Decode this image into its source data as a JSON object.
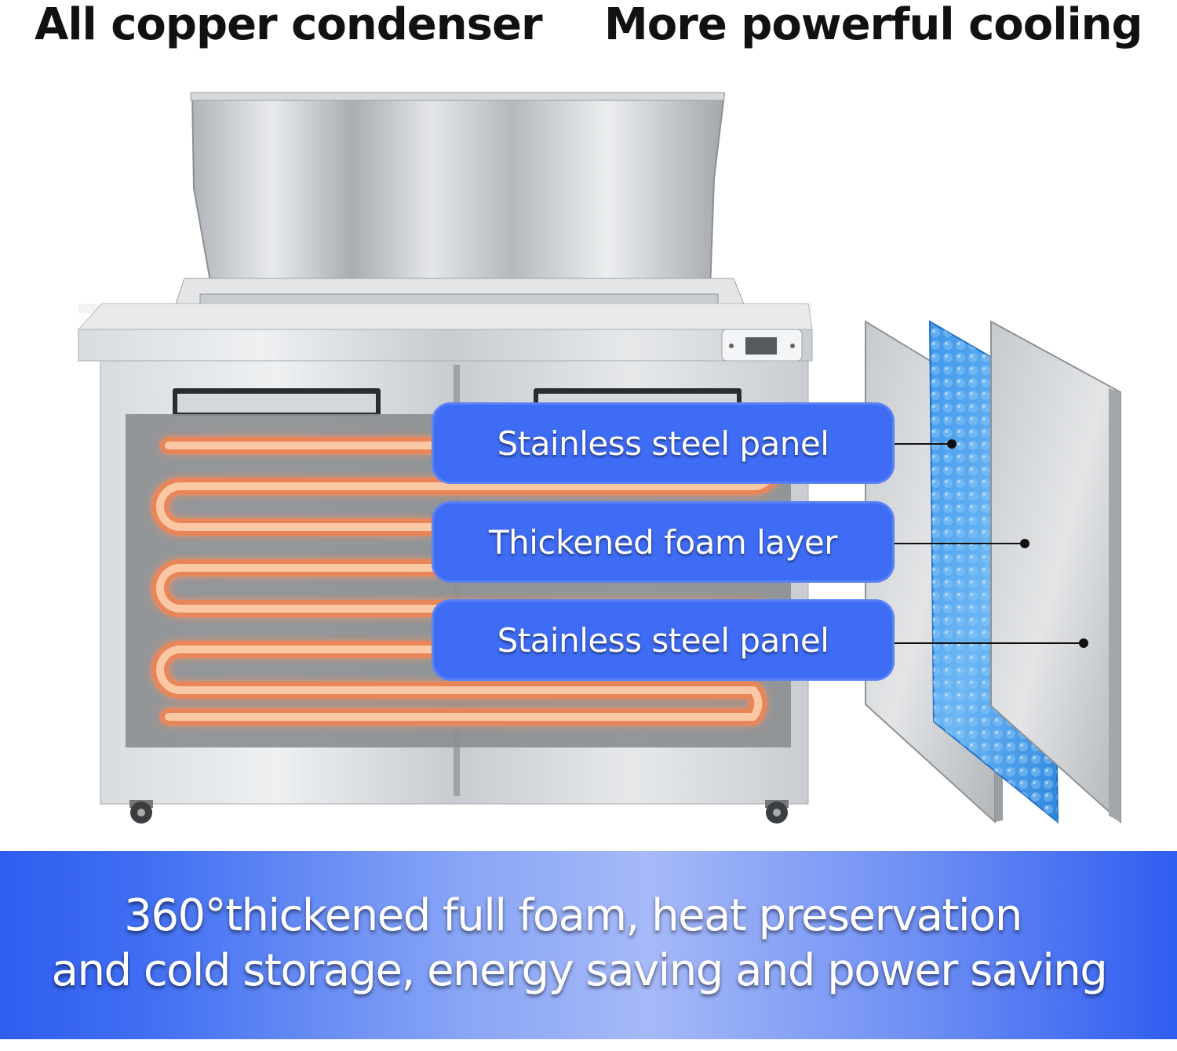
{
  "headline": {
    "left": "All copper condenser",
    "right": "More powerful cooling"
  },
  "callouts": [
    {
      "label": "Stainless steel panel"
    },
    {
      "label": "Thickened foam layer"
    },
    {
      "label": "Stainless steel panel"
    }
  ],
  "banner": {
    "line1": "360°thickened full foam, heat preservation",
    "line2": "and cold storage, energy saving and power saving"
  },
  "colors": {
    "callout_blue": "#3f6cf5",
    "copper_glow": "#f5a878",
    "foam_blue": "#4aa0f0",
    "steel_gray": "#b9bcc0"
  },
  "icons": [
    "refrigerator-image",
    "copper-coil",
    "control-panel-icon",
    "caster-wheel-icon"
  ]
}
